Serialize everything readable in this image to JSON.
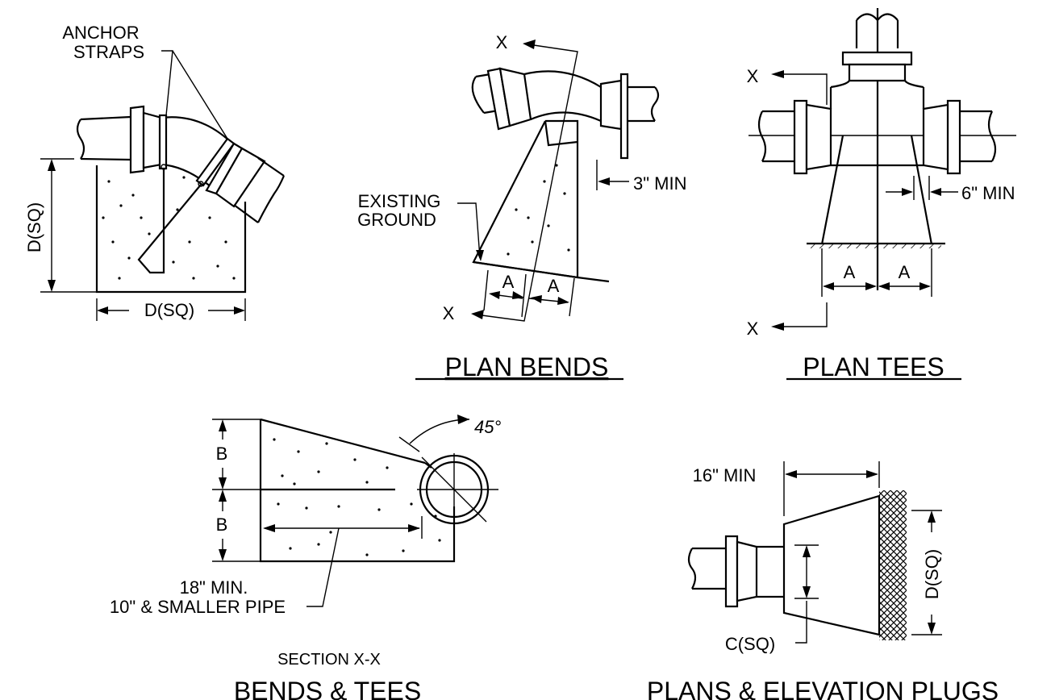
{
  "labels": {
    "anchor_straps_line1": "ANCHOR",
    "anchor_straps_line2": "STRAPS",
    "dsq_left_vertical": "D(SQ)",
    "dsq_left_horizontal": "D(SQ)",
    "existing_ground_line1": "EXISTING",
    "existing_ground_line2": "GROUND",
    "x_bends_top": "X",
    "x_bends_bottom": "X",
    "three_min": "3\" MIN",
    "a_bends_1": "A",
    "a_bends_2": "A",
    "x_tees_top": "X",
    "x_tees_bottom": "X",
    "six_min": "6\" MIN",
    "a_tees_1": "A",
    "a_tees_2": "A",
    "b_top": "B",
    "b_bottom": "B",
    "forty_five": "45°",
    "eighteen_min": "18\" MIN.",
    "ten_smaller": "10\" & SMALLER PIPE",
    "section_xx": "SECTION X-X",
    "sixteen_min": "16\" MIN",
    "csq": "C(SQ)",
    "dsq_plug": "D(SQ)"
  },
  "titles": {
    "plan_bends": "PLAN BENDS",
    "plan_tees": "PLAN TEES",
    "bends_tees": "BENDS & TEES",
    "plans_elevation_plugs": "PLANS & ELEVATION PLUGS"
  },
  "colors": {
    "ink": "#000000",
    "paper": "#ffffff"
  }
}
